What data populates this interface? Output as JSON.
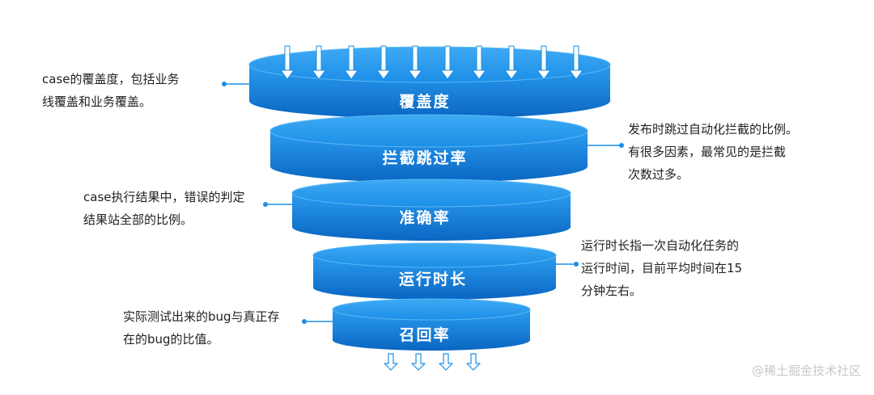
{
  "layers": [
    {
      "label": "覆盖度",
      "desc": [
        "case的覆盖度，包括业务",
        "线覆盖和业务覆盖。"
      ],
      "side": "left"
    },
    {
      "label": "拦截跳过率",
      "desc": [
        "发布时跳过自动化拦截的比例。",
        "有很多因素，最常见的是拦截",
        "次数过多。"
      ],
      "side": "right"
    },
    {
      "label": "准确率",
      "desc": [
        "case执行结果中，错误的判定",
        "结果站全部的比例。"
      ],
      "side": "left"
    },
    {
      "label": "运行时长",
      "desc": [
        "运行时长指一次自动化任务的",
        "运行时间，目前平均时间在15",
        "分钟左右。"
      ],
      "side": "right"
    },
    {
      "label": "召回率",
      "desc": [
        "实际测试出来的bug与真正存",
        "在的bug的比值。"
      ],
      "side": "left"
    }
  ],
  "watermark": "@稀土掘金技术社区",
  "colors": {
    "disk": "#1b8ee6",
    "disk_dark": "#0d6fc8",
    "disk_top": "#3aa6f2",
    "line": "#1b8ee6",
    "text": "#222222"
  }
}
